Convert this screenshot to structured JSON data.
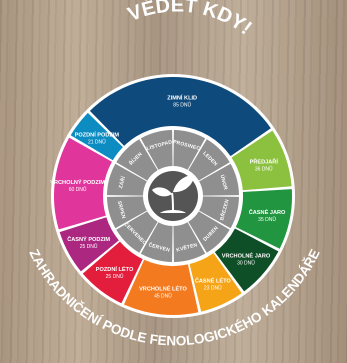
{
  "title_top": "VĚDĚT KDY!",
  "title_bottom": "ZAHRADNIČENÍ PODLE FENOLOGICKÉHO KALENDÁŘE",
  "center_icon": "sprout-icon",
  "colors": {
    "ring_bg": "#ffffff",
    "inner_ring": "#8f8f8f",
    "hub": "#555555"
  },
  "seasons": [
    {
      "name": "ZIMNÍ KLID",
      "days": "85 DNŮ",
      "color": "#0e4b7c"
    },
    {
      "name": "PŘEDJAŘÍ",
      "days": "36 DNŮ",
      "color": "#8cc13f"
    },
    {
      "name": "ČASNÉ JARO",
      "days": "35 DNŮ",
      "color": "#21953f"
    },
    {
      "name": "VRCHOLNÉ JARO",
      "days": "30 DNŮ",
      "color": "#0f4f27"
    },
    {
      "name": "ČASNÉ LÉTO",
      "days": "23 DNŮ",
      "color": "#f6a417"
    },
    {
      "name": "VRCHOLNÉ LÉTO",
      "days": "45 DNŮ",
      "color": "#f47a20"
    },
    {
      "name": "POZDNÍ LÉTO",
      "days": "25 DNŮ",
      "color": "#e31d3c"
    },
    {
      "name": "ČASNÝ PODZIM",
      "days": "25 DNŮ",
      "color": "#ab2780"
    },
    {
      "name": "VRCHOLNÝ PODZIM",
      "days": "60 DNŮ",
      "color": "#e0359b"
    },
    {
      "name": "POZDNÍ PODZIM",
      "days": "21 DNŮ",
      "color": "#0d8cc1"
    }
  ],
  "months": [
    "LISTOPAD",
    "PROSINEC",
    "LEDEN",
    "ÚNOR",
    "BŘEZEN",
    "DUBEN",
    "KVĚTEN",
    "ČERVEN",
    "ČERVENEC",
    "SRPEN",
    "ZÁŘÍ",
    "ŘÍJEN"
  ]
}
